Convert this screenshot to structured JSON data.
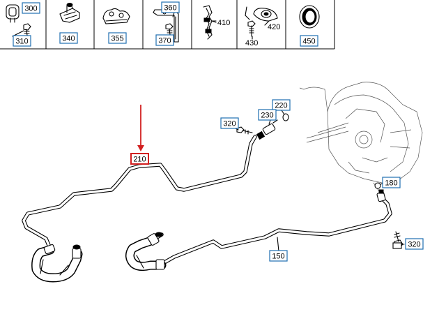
{
  "accent_color": "#1f6fb0",
  "highlight_color": "#d22020",
  "header_parts": {
    "p300": "300",
    "p310": "310",
    "p340": "340",
    "p355": "355",
    "p360": "360",
    "p370": "370",
    "p410": "410",
    "p420": "420",
    "p430": "430",
    "p450": "450"
  },
  "callouts": {
    "c220": "220",
    "c230": "230",
    "c320_top": "320",
    "c210": "210",
    "c180": "180",
    "c320_bottom": "320",
    "c150": "150"
  },
  "highlighted_part": "210"
}
